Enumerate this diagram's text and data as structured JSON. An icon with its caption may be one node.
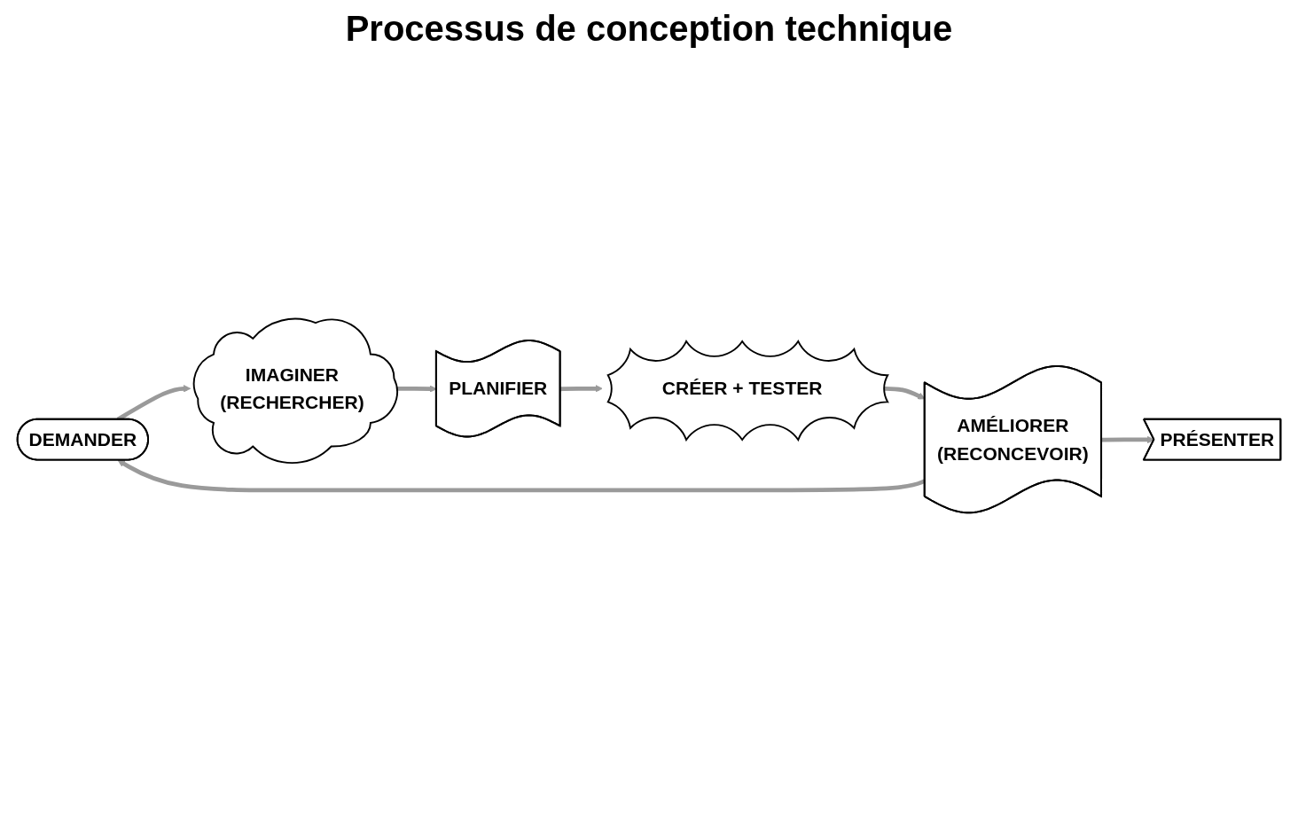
{
  "diagram": {
    "title": "Processus de conception technique",
    "nodes": [
      {
        "text": [
          "DEMANDER"
        ]
      },
      {
        "text": [
          "IMAGINER",
          "(RECHERCHER)"
        ]
      },
      {
        "text": [
          "PLANIFIER"
        ]
      },
      {
        "text": [
          "CRÉER + TESTER"
        ]
      },
      {
        "text": [
          "AMÉLIORER",
          "(RECONCEVOIR)"
        ]
      },
      {
        "text": [
          "PRÉSENTER"
        ]
      }
    ],
    "edges": [
      {
        "from": 0,
        "to": 1,
        "arrow": "to"
      },
      {
        "from": 1,
        "to": 2,
        "arrow": "to"
      },
      {
        "from": 2,
        "to": 3,
        "arrow": "to"
      },
      {
        "from": 3,
        "to": 4,
        "arrow": "to"
      },
      {
        "from": 4,
        "to": 0,
        "arrow": "to"
      },
      {
        "from": 4,
        "to": 5,
        "arrow": "to"
      }
    ]
  }
}
